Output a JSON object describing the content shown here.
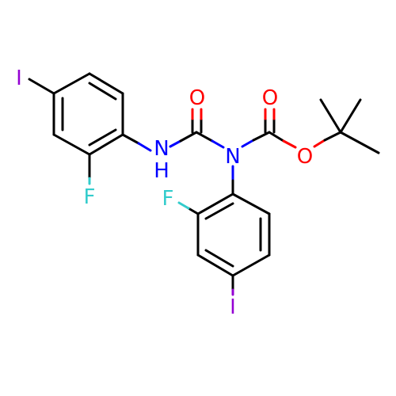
{
  "colors": {
    "carbon_bond": "#000000",
    "nitrogen": "#0000ff",
    "oxygen": "#ff0000",
    "fluorine": "#33cccc",
    "iodine": "#9400d3",
    "background": "#ffffff"
  },
  "atoms": {
    "i_top": "I",
    "f_top": "F",
    "n_h": "N",
    "h_on_n": "H",
    "o_urea": "O",
    "n_center": "N",
    "o_carbonyl": "O",
    "o_ester": "O",
    "f_bottom": "F",
    "i_bottom": "I"
  }
}
